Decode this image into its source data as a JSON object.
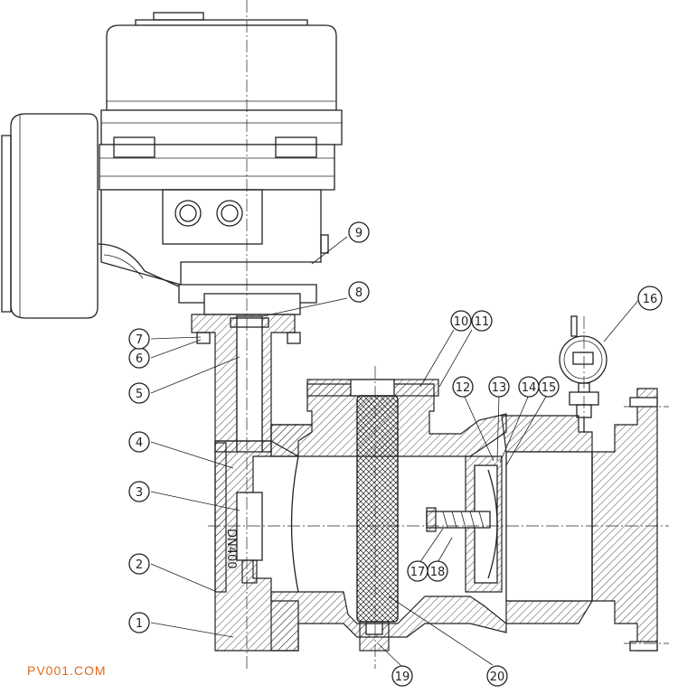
{
  "diagram": {
    "callouts": [
      {
        "id": "c1",
        "label": "1"
      },
      {
        "id": "c2",
        "label": "2"
      },
      {
        "id": "c3",
        "label": "3"
      },
      {
        "id": "c4",
        "label": "4"
      },
      {
        "id": "c5",
        "label": "5"
      },
      {
        "id": "c6",
        "label": "6"
      },
      {
        "id": "c7",
        "label": "7"
      },
      {
        "id": "c8",
        "label": "8"
      },
      {
        "id": "c9",
        "label": "9"
      },
      {
        "id": "c10",
        "label": "10"
      },
      {
        "id": "c11",
        "label": "11"
      },
      {
        "id": "c12",
        "label": "12"
      },
      {
        "id": "c13",
        "label": "13"
      },
      {
        "id": "c14",
        "label": "14"
      },
      {
        "id": "c15",
        "label": "15"
      },
      {
        "id": "c16",
        "label": "16"
      },
      {
        "id": "c17",
        "label": "17"
      },
      {
        "id": "c18",
        "label": "18"
      },
      {
        "id": "c19",
        "label": "19"
      },
      {
        "id": "c20",
        "label": "20"
      }
    ],
    "shaft_marking": "DN400",
    "watermark": "PV001.COM"
  }
}
